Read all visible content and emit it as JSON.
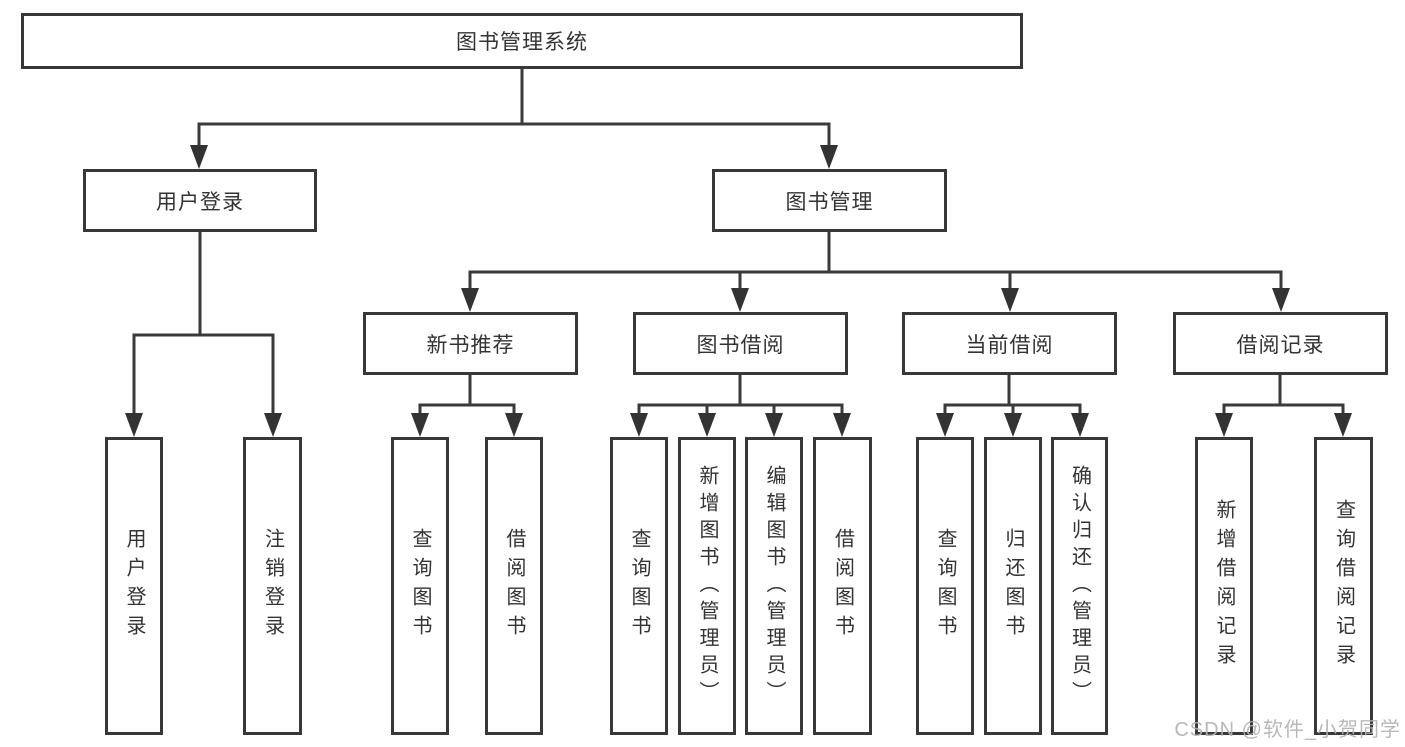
{
  "diagram": {
    "colors": {
      "line": "#3a3a3a",
      "text": "#333333",
      "box_background": "#ffffff",
      "watermark": "#b2b2b2"
    },
    "nodes": {
      "root": {
        "label": "图书管理系统"
      },
      "user_login": {
        "label": "用户登录"
      },
      "book_mgmt": {
        "label": "图书管理"
      },
      "user_login_leaf": {
        "label": "用户登录"
      },
      "logout_leaf": {
        "label": "注销登录"
      },
      "new_book_rec": {
        "label": "新书推荐"
      },
      "book_borrow": {
        "label": "图书借阅"
      },
      "current_borrow": {
        "label": "当前借阅"
      },
      "borrow_records": {
        "label": "借阅记录"
      },
      "nbr_query_books": {
        "label": "查询图书"
      },
      "nbr_borrow_books": {
        "label": "借阅图书"
      },
      "bb_query_books": {
        "label": "查询图书"
      },
      "bb_add_books": {
        "label": "新增图书（管理员）"
      },
      "bb_edit_books": {
        "label": "编辑图书（管理员）"
      },
      "bb_borrow_books": {
        "label": "借阅图书"
      },
      "cb_query_books": {
        "label": "查询图书"
      },
      "cb_return_books": {
        "label": "归还图书"
      },
      "cb_confirm_return": {
        "label": "确认归还（管理员）"
      },
      "br_add_record": {
        "label": "新增借阅记录"
      },
      "br_query_record": {
        "label": "查询借阅记录"
      }
    },
    "hierarchy": {
      "root": [
        "user_login",
        "book_mgmt"
      ],
      "user_login": [
        "user_login_leaf",
        "logout_leaf"
      ],
      "book_mgmt": [
        "new_book_rec",
        "book_borrow",
        "current_borrow",
        "borrow_records"
      ],
      "new_book_rec": [
        "nbr_query_books",
        "nbr_borrow_books"
      ],
      "book_borrow": [
        "bb_query_books",
        "bb_add_books",
        "bb_edit_books",
        "bb_borrow_books"
      ],
      "current_borrow": [
        "cb_query_books",
        "cb_return_books",
        "cb_confirm_return"
      ],
      "borrow_records": [
        "br_add_record",
        "br_query_record"
      ]
    },
    "watermark": {
      "text": "CSDN @软件_小贺同学"
    }
  }
}
